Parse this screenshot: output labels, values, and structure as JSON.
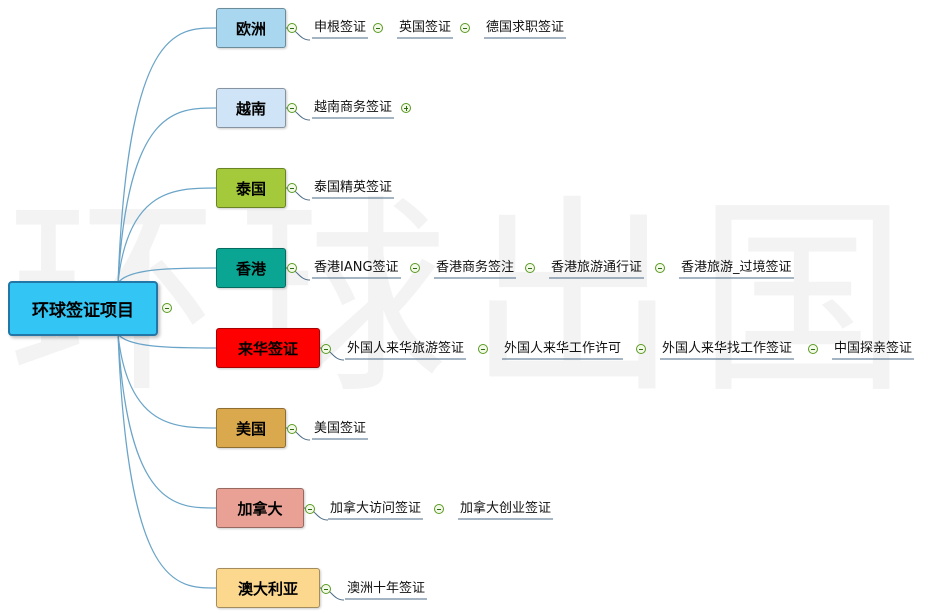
{
  "root": {
    "label": "环球签证项目"
  },
  "watermark": "环球出国",
  "colors": {
    "connector": "#6aa4c8",
    "underline": "#4a6a84"
  },
  "branches": [
    {
      "label": "欧洲",
      "color": "#a8d7ef",
      "leaves": [
        "申根签证",
        "英国签证",
        "德国求职签证"
      ],
      "collapsed": false
    },
    {
      "label": "越南",
      "color": "#cfe4f6",
      "leaves": [
        "越南商务签证"
      ],
      "collapsed": true
    },
    {
      "label": "泰国",
      "color": "#a4c93a",
      "leaves": [
        "泰国精英签证"
      ],
      "collapsed": false
    },
    {
      "label": "香港",
      "color": "#0aa593",
      "leaves": [
        "香港IANG签证",
        "香港商务签注",
        "香港旅游通行证",
        "香港旅游_过境签证"
      ],
      "collapsed": false
    },
    {
      "label": "来华签证",
      "color": "#ff0000",
      "leaves": [
        "外国人来华旅游签证",
        "外国人来华工作许可",
        "外国人来华找工作签证",
        "中国探亲签证"
      ],
      "collapsed": false
    },
    {
      "label": "美国",
      "color": "#dba94d",
      "leaves": [
        "美国签证"
      ],
      "collapsed": false
    },
    {
      "label": "加拿大",
      "color": "#e9a195",
      "leaves": [
        "加拿大访问签证",
        "加拿大创业签证"
      ],
      "collapsed": false
    },
    {
      "label": "澳大利亚",
      "color": "#fcd88f",
      "leaves": [
        "澳洲十年签证"
      ],
      "collapsed": false
    }
  ]
}
